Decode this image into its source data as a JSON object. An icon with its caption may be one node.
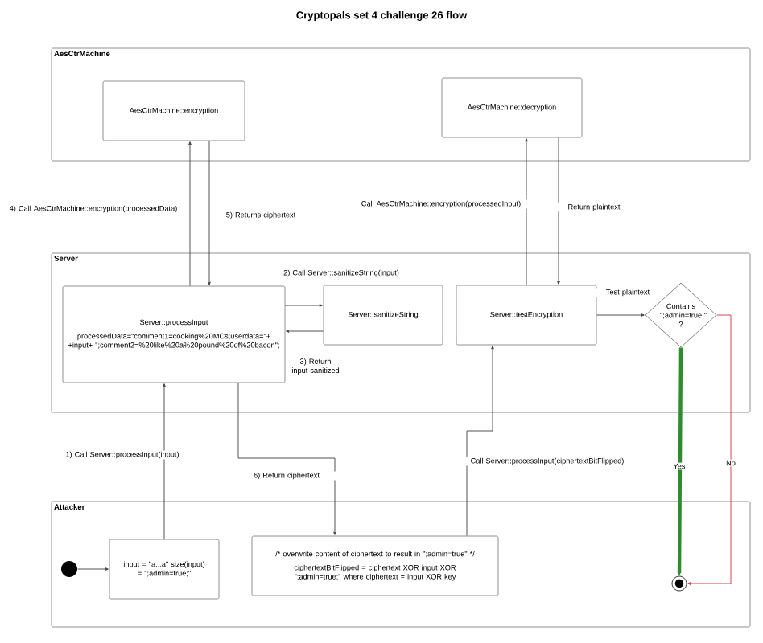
{
  "diagram": {
    "title": "Cryptopals set 4 challenge 26 flow",
    "nodes": [
      {
        "text": [
          "AesCtrMachine"
        ]
      },
      {
        "text": [
          "AesCtrMachine::encryption"
        ],
        "in": 0
      },
      {
        "text": [
          "AesCtrMachine::decryption"
        ],
        "in": 0
      },
      {
        "text": [
          "Server"
        ]
      },
      {
        "text": [
          "Server::processInput",
          "processedData=\"comment1=cooking%20MCs;userdata=\"+ +input+ \";comment2=%20like%20a%20pound%20of%20bacon\";"
        ],
        "in": 3
      },
      {
        "text": [
          "Server::sanitizeString"
        ],
        "in": 3
      },
      {
        "text": [
          "Server::testEncryption"
        ],
        "in": 3
      },
      {
        "text": [
          "Contains \";admin=true;\" ?"
        ],
        "in": 3
      },
      {
        "text": [
          "Attacker"
        ]
      },
      {
        "text": [],
        "shape": "circle",
        "in": 8
      },
      {
        "text": [
          "input = \"a...a\" size(input) = \";admin=true;\""
        ],
        "in": 8
      },
      {
        "text": [
          "/* overwrite content of ciphertext to result in \";admin=true\" */",
          "ciphertextBitFlipped = ciphertext XOR input XOR \";admin=true;\" where ciphertext = input XOR key"
        ],
        "in": 8
      },
      {
        "text": [],
        "shape": "circle",
        "in": 8
      }
    ],
    "edges": [
      {
        "from": 9,
        "to": 10,
        "arrow": "to"
      },
      {
        "from": 10,
        "to": 4,
        "arrow": "to",
        "label": "1) Call Server::processInput(input)"
      },
      {
        "from": 4,
        "to": 5,
        "arrow": "to",
        "label": "2) Call Server::sanitizeString(input)"
      },
      {
        "from": 5,
        "to": 4,
        "arrow": "to",
        "label": "3) Return input sanitized"
      },
      {
        "from": 4,
        "to": 1,
        "arrow": "to",
        "label": "4) Call AesCtrMachine::encryption(processedData)"
      },
      {
        "from": 1,
        "to": 4,
        "arrow": "to",
        "label": "5) Returns ciphertext"
      },
      {
        "from": 4,
        "to": 11,
        "arrow": "to",
        "label": "6) Return ciphertext"
      },
      {
        "from": 11,
        "to": 6,
        "arrow": "to",
        "label": "Call Server::processInput(ciphertextBitFlipped)"
      },
      {
        "from": 6,
        "to": 2,
        "arrow": "to",
        "label": "Call AesCtrMachine::encryption(processedInput)"
      },
      {
        "from": 2,
        "to": 6,
        "arrow": "to",
        "label": "Return plaintext"
      },
      {
        "from": 6,
        "to": 7,
        "arrow": "to",
        "label": "Test plaintext"
      },
      {
        "from": 7,
        "to": 12,
        "arrow": "to",
        "label": "Yes",
        "style": "thick",
        "color": "#2e8b2e"
      },
      {
        "from": 7,
        "to": 12,
        "arrow": "to",
        "label": "No",
        "color": "#d0313f"
      }
    ]
  }
}
